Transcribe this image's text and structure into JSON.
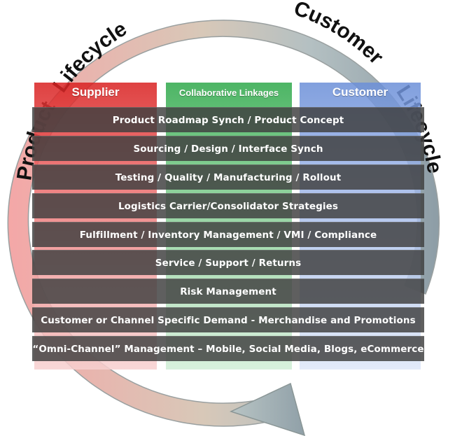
{
  "arc_labels": {
    "product": "Product",
    "lifecycle_left": "Lifecycle",
    "customer": "Customer",
    "lifecycle_right": "Lifecycle"
  },
  "columns": {
    "supplier": "Supplier",
    "collaborative": "Collaborative Linkages",
    "customer": "Customer"
  },
  "rows": [
    "Product Roadmap Synch  /  Product Concept",
    "Sourcing  /  Design  /  Interface Synch",
    "Testing  /  Quality  /  Manufacturing  /  Rollout",
    "Logistics Carrier/Consolidator Strategies",
    "Fulfillment  /  Inventory Management  /  VMI   /  Compliance",
    "Service  /  Support  /  Returns",
    "Risk Management",
    "Customer or Channel Specific Demand - Merchandise and Promotions",
    "“Omni-Channel” Management – Mobile, Social Media, Blogs, eCommerce"
  ],
  "colors": {
    "supplier": "#d92020",
    "collaborative": "#2ea84a",
    "customer": "#6b8fd8",
    "bar": "#404040",
    "ring_left": "#f2a6a6",
    "ring_right": "#8ea0a8"
  }
}
